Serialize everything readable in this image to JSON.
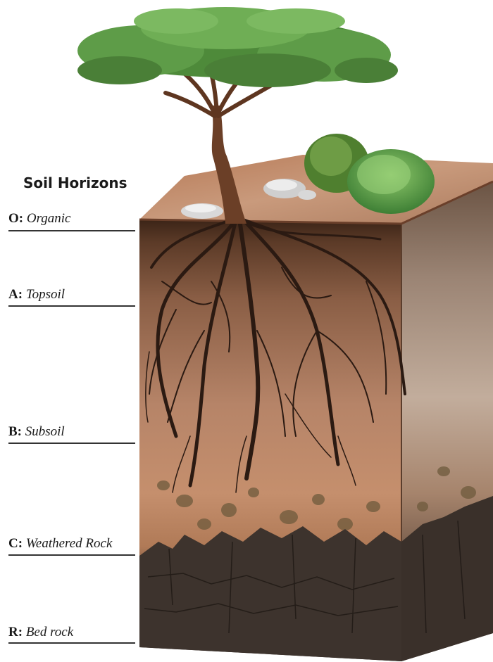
{
  "title": "Soil Horizons",
  "horizons": [
    {
      "code": "O:",
      "name": "Organic"
    },
    {
      "code": "A:",
      "name": "Topsoil"
    },
    {
      "code": "B:",
      "name": "Subsoil"
    },
    {
      "code": "C:",
      "name": "Weathered Rock"
    },
    {
      "code": "R:",
      "name": "Bed rock"
    }
  ]
}
